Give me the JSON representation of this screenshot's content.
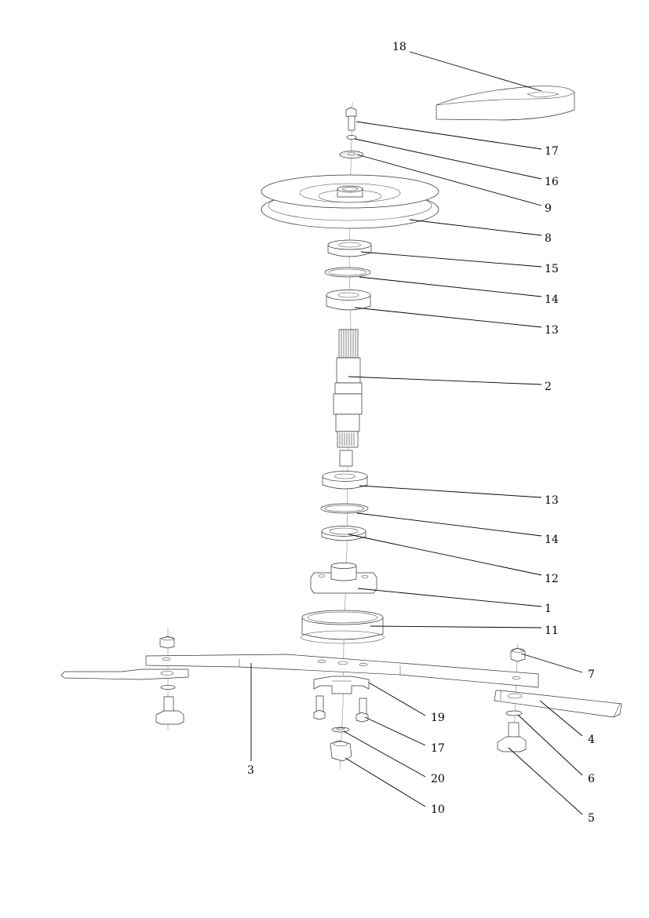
{
  "diagram": {
    "callouts": [
      {
        "id": "c18a",
        "label": "18"
      },
      {
        "id": "c17a",
        "label": "17"
      },
      {
        "id": "c16",
        "label": "16"
      },
      {
        "id": "c9",
        "label": "9"
      },
      {
        "id": "c8",
        "label": "8"
      },
      {
        "id": "c15",
        "label": "15"
      },
      {
        "id": "c14a",
        "label": "14"
      },
      {
        "id": "c13a",
        "label": "13"
      },
      {
        "id": "c2",
        "label": "2"
      },
      {
        "id": "c13b",
        "label": "13"
      },
      {
        "id": "c14b",
        "label": "14"
      },
      {
        "id": "c12",
        "label": "12"
      },
      {
        "id": "c1",
        "label": "1"
      },
      {
        "id": "c11",
        "label": "11"
      },
      {
        "id": "c7",
        "label": "7"
      },
      {
        "id": "c19",
        "label": "19"
      },
      {
        "id": "c4",
        "label": "4"
      },
      {
        "id": "c17b",
        "label": "17"
      },
      {
        "id": "c3",
        "label": "3"
      },
      {
        "id": "c20",
        "label": "20"
      },
      {
        "id": "c6",
        "label": "6"
      },
      {
        "id": "c10",
        "label": "10"
      },
      {
        "id": "c5",
        "label": "5"
      }
    ]
  }
}
